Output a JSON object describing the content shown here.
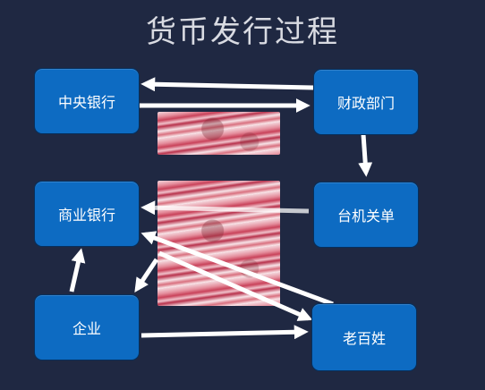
{
  "title": "货币发行过程",
  "nodes": {
    "central_bank": "中央银行",
    "finance_dept": "财政部门",
    "commercial_bank": "商业银行",
    "printing_office": "台机关单",
    "enterprise": "企业",
    "public": "老百姓"
  },
  "colors": {
    "background": "#1f2842",
    "box_fill": "#0d6bc2",
    "box_border": "#062f5c",
    "arrow": "#ffffff",
    "title": "#d9dbe2"
  }
}
